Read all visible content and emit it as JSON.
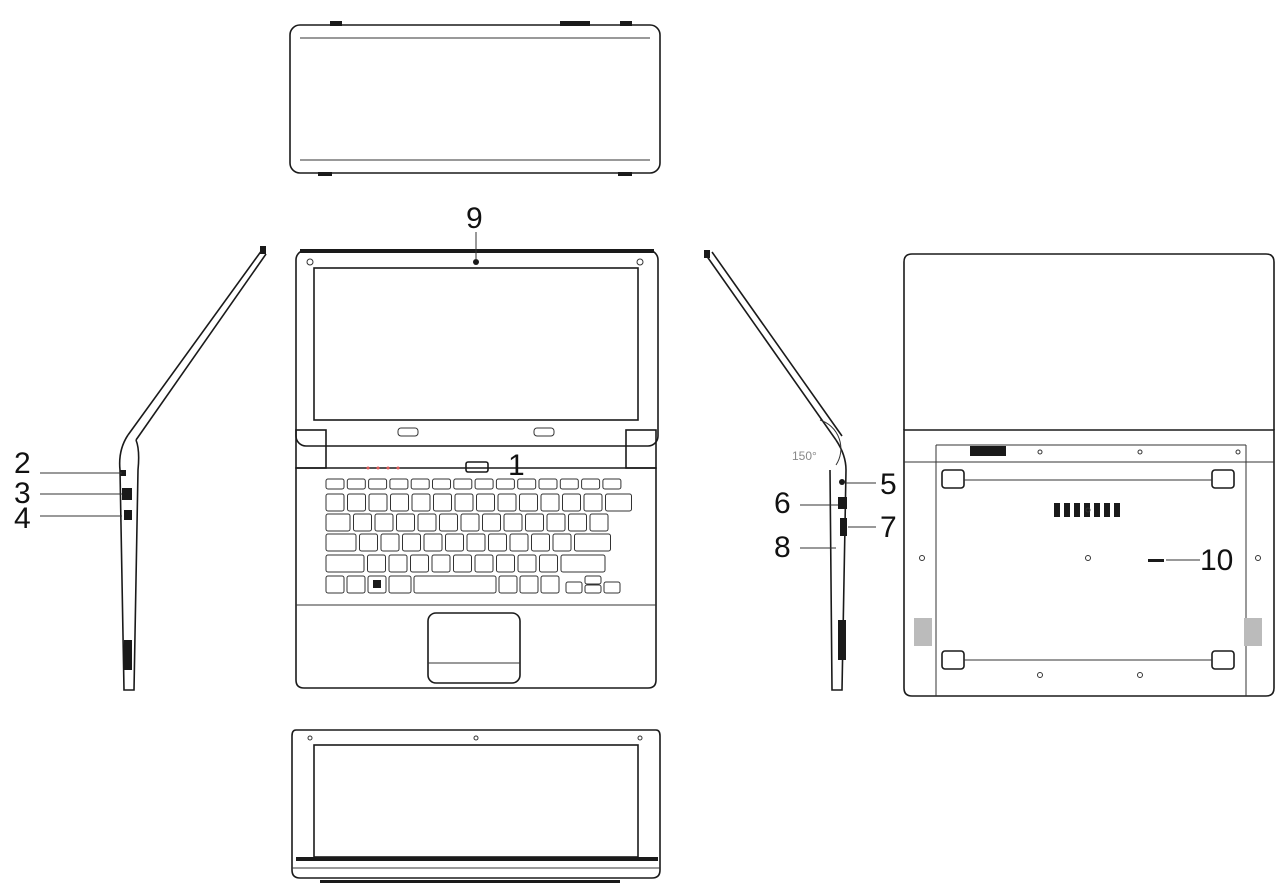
{
  "callouts": [
    {
      "id": 1,
      "label": "1"
    },
    {
      "id": 2,
      "label": "2"
    },
    {
      "id": 3,
      "label": "3"
    },
    {
      "id": 4,
      "label": "4"
    },
    {
      "id": 5,
      "label": "5"
    },
    {
      "id": 6,
      "label": "6"
    },
    {
      "id": 7,
      "label": "7"
    },
    {
      "id": 8,
      "label": "8"
    },
    {
      "id": 9,
      "label": "9"
    },
    {
      "id": 10,
      "label": "10"
    }
  ],
  "hinge_angle": "150°"
}
